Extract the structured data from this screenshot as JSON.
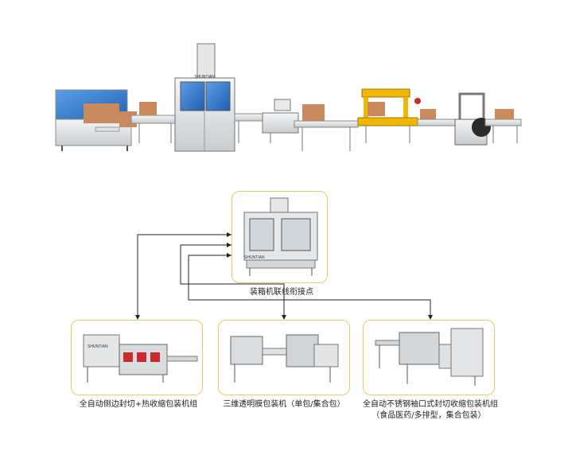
{
  "top_machine": {
    "brand": "SHUNTIAN"
  },
  "junction_label": "装箱机联线衔接点",
  "hub_machine": {
    "brand": "SHUNTIAN"
  },
  "machines": [
    {
      "caption": "全自动侧边封切+热收缩包装机组",
      "brand": "SHUNTIAN"
    },
    {
      "caption": "三维透明膜包装机（单包/集合包）"
    },
    {
      "caption_line1": "全自动不锈钢袖口式封切收缩包装机组",
      "caption_line2": "（食品医药/多排型，集合包装）"
    }
  ],
  "colors": {
    "frame": "#f0c860",
    "box": "#c98a5e",
    "steel": "#d7dadc",
    "glass": "#2f74c9",
    "yellow": "#f2b705"
  }
}
